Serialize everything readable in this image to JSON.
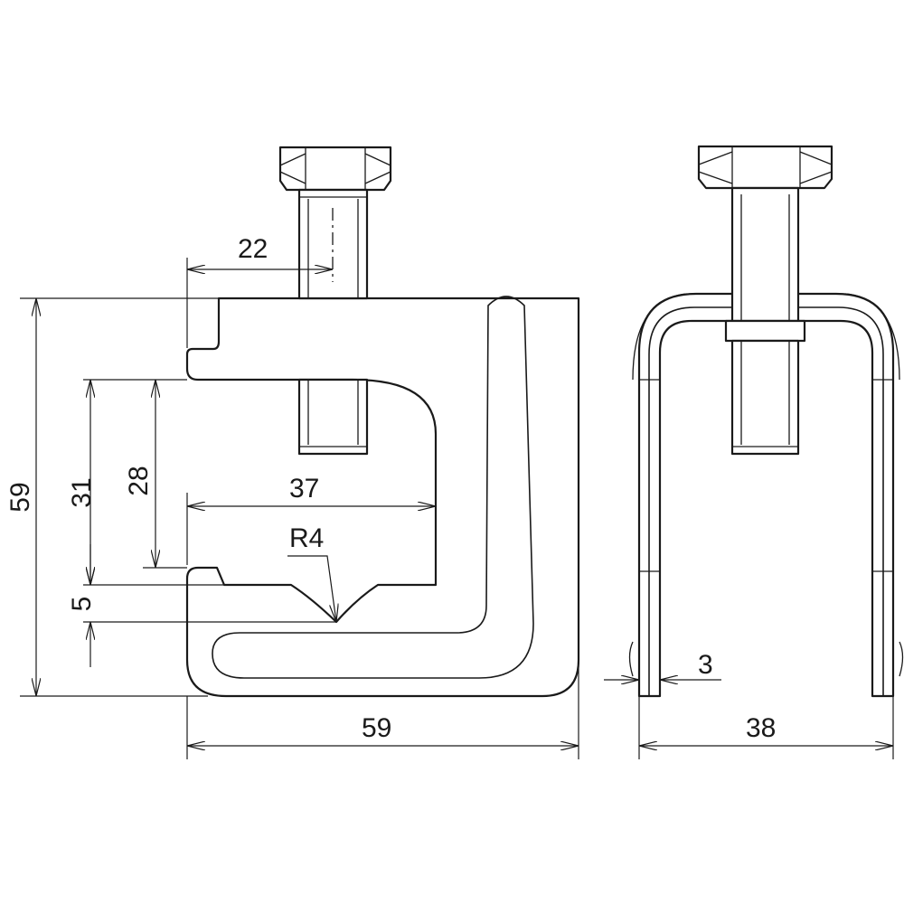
{
  "dimensions": {
    "bolt_offset": "22",
    "height_total": "59",
    "height_31": "31",
    "height_28": "28",
    "width_37": "37",
    "radius": "R4",
    "depth_5": "5",
    "width_bottom": "59",
    "width_side": "38",
    "thickness": "3"
  },
  "colors": {
    "line": "#1a1a1a",
    "background": "#ffffff"
  }
}
